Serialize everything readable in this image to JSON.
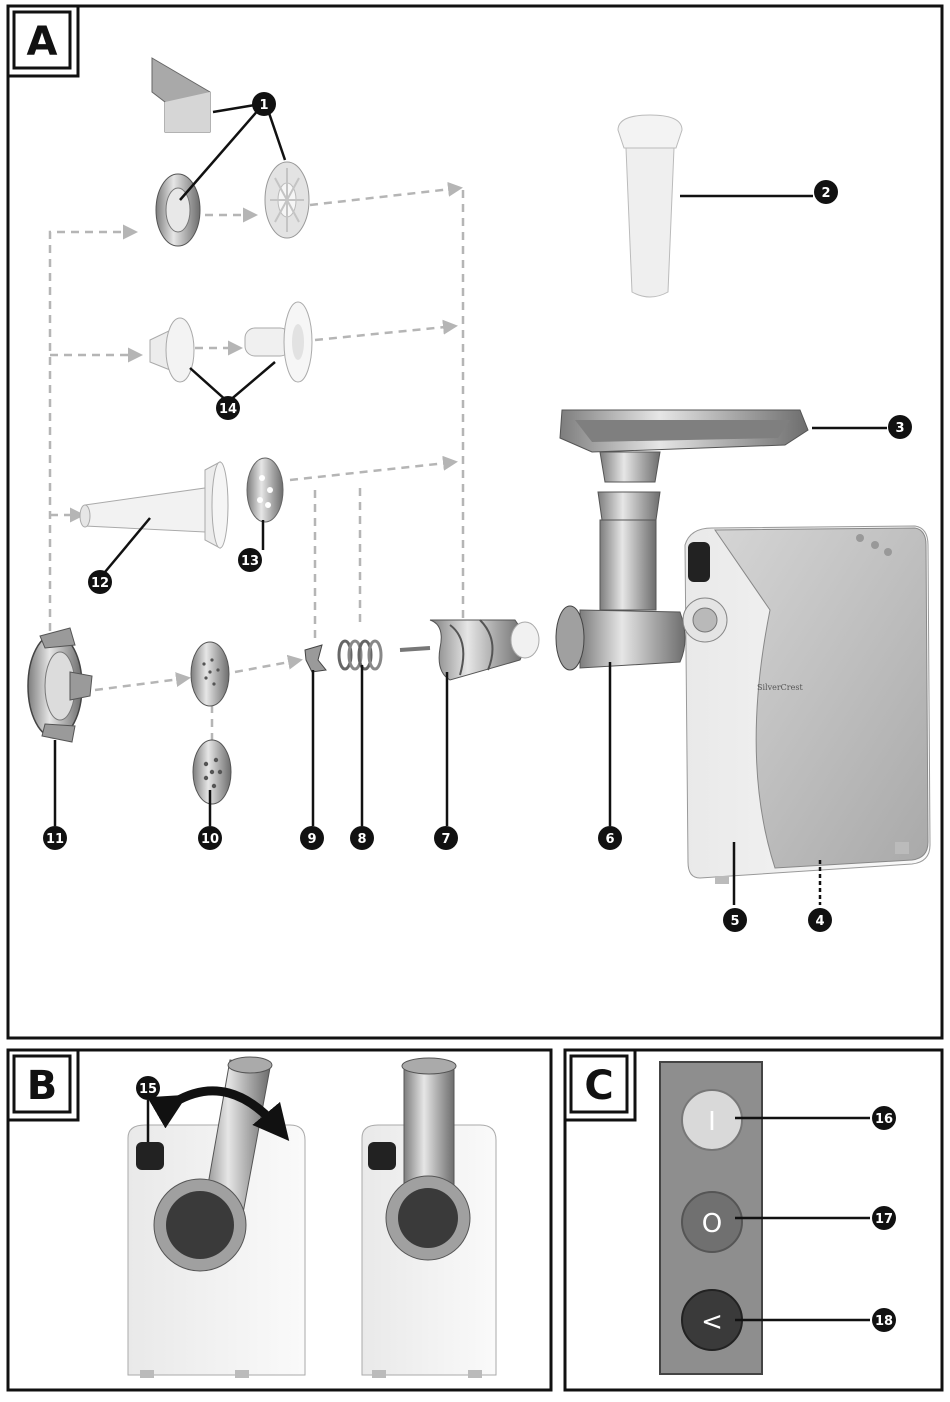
{
  "panels": {
    "a": {
      "label": "A"
    },
    "b": {
      "label": "B"
    },
    "c": {
      "label": "C"
    }
  },
  "callouts": [
    "1",
    "2",
    "3",
    "4",
    "5",
    "6",
    "7",
    "8",
    "9",
    "10",
    "11",
    "12",
    "13",
    "14",
    "15",
    "16",
    "17",
    "18"
  ],
  "brand_text": "SilverCrest",
  "buttons": {
    "on": {
      "symbol": "I"
    },
    "off": {
      "symbol": "O"
    },
    "reverse": {
      "symbol": "<"
    }
  },
  "colors": {
    "frame": "#111111",
    "dashed_arrow": "#b5b5b5",
    "housing": "#f2f2f2",
    "metal": "#b9b9b9"
  }
}
